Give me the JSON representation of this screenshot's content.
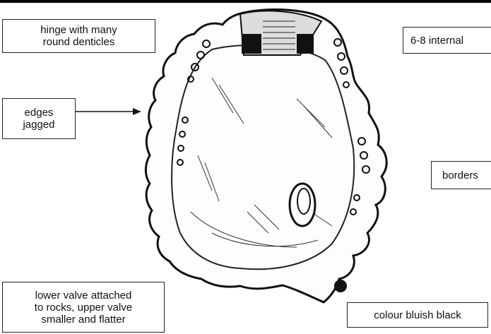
{
  "diagram": {
    "labels": {
      "hinge": "hinge with many\nround denticles",
      "internal": "6-8 internal",
      "edges": "edges\njagged",
      "borders": "borders",
      "lower_valve": "lower valve attached\nto rocks, upper valve\nsmaller and flatter",
      "colour": "colour bluish black"
    }
  },
  "colors": {
    "ink": "#111111",
    "background": "#ffffff"
  }
}
